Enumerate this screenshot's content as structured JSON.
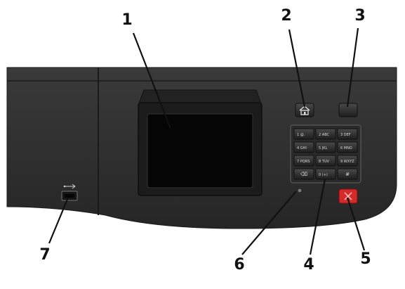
{
  "callouts": [
    {
      "id": "1",
      "label": "1"
    },
    {
      "id": "2",
      "label": "2"
    },
    {
      "id": "3",
      "label": "3"
    },
    {
      "id": "4",
      "label": "4"
    },
    {
      "id": "5",
      "label": "5"
    },
    {
      "id": "6",
      "label": "6"
    },
    {
      "id": "7",
      "label": "7"
    }
  ],
  "keypad": {
    "keys": [
      {
        "num": "1",
        "sub": "@."
      },
      {
        "num": "2",
        "sub": "ABC"
      },
      {
        "num": "3",
        "sub": "DEF"
      },
      {
        "num": "4",
        "sub": "GHI"
      },
      {
        "num": "5",
        "sub": "JKL"
      },
      {
        "num": "6",
        "sub": "MNO"
      },
      {
        "num": "7",
        "sub": "PQRS"
      },
      {
        "num": "8",
        "sub": "TUV"
      },
      {
        "num": "9",
        "sub": "WXYZ"
      },
      {
        "num": "⌫",
        "sub": ""
      },
      {
        "num": "0",
        "sub": "(+)"
      },
      {
        "num": "#",
        "sub": ""
      }
    ]
  },
  "colors": {
    "panel": "#2e2e2e",
    "panel_dark": "#1c1c1c",
    "screen": "#050505",
    "sleep_icon": "#f2c21a",
    "stop_icon": "#e23a3a",
    "stop_button": "#d42a2a"
  },
  "icons": {
    "home": "home-icon",
    "sleep": "moon-icon",
    "stop": "x-icon",
    "usb": "usb-icon",
    "backspace": "backspace-icon"
  }
}
